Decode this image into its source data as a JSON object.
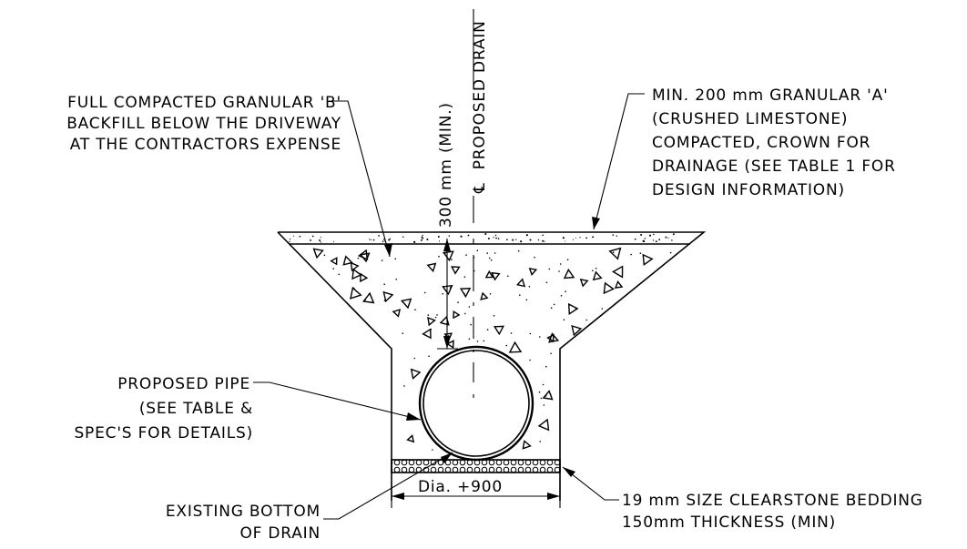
{
  "notes": {
    "backfill": [
      "FULL COMPACTED GRANULAR 'B'",
      "BACKFILL BELOW THE DRIVEWAY",
      "AT THE CONTRACTORS EXPENSE"
    ],
    "granular_a": [
      "MIN. 200 mm GRANULAR 'A'",
      "(CRUSHED LIMESTONE)",
      "COMPACTED, CROWN FOR",
      "DRAINAGE (SEE TABLE 1 FOR",
      "DESIGN INFORMATION)"
    ],
    "pipe": [
      "PROPOSED PIPE",
      "(SEE TABLE &",
      "SPEC'S FOR DETAILS)"
    ],
    "bottom": [
      "EXISTING BOTTOM",
      "OF DRAIN"
    ],
    "bedding": [
      "19 mm SIZE CLEARSTONE BEDDING",
      "150mm THICKNESS (MIN)"
    ]
  },
  "dimensions": {
    "cover": "300 mm (MIN.)",
    "centerline": "PROPOSED DRAIN",
    "centerline_symbol": "℄",
    "width": "Dia. +900"
  }
}
